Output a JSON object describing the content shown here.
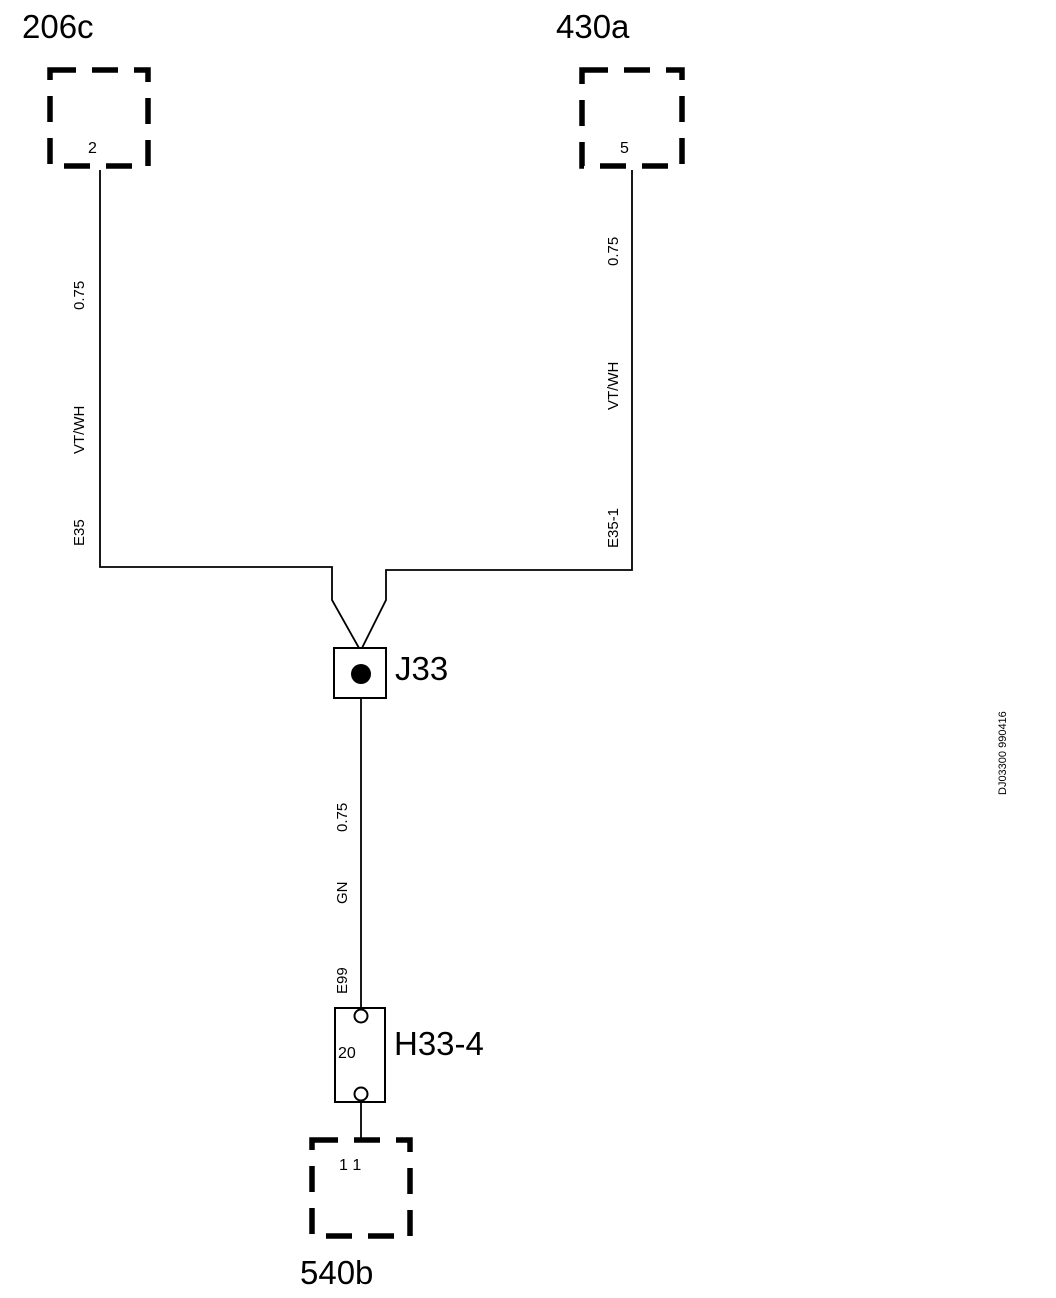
{
  "connectors": {
    "c206c": {
      "name": "206c",
      "pin": "2"
    },
    "c430a": {
      "name": "430a",
      "pin": "5"
    },
    "c540b": {
      "name": "540b",
      "pin": "1 1"
    }
  },
  "junction": {
    "name": "J33"
  },
  "splice": {
    "name": "H33-4",
    "pin": "20"
  },
  "wires": {
    "left": {
      "size": "0.75",
      "color": "VT/WH",
      "id": "E35"
    },
    "right": {
      "size": "0.75",
      "color": "VT/WH",
      "id": "E35-1"
    },
    "bottom": {
      "size": "0.75",
      "color": "GN",
      "id": "E99"
    }
  },
  "doc_id": "DJ03300 990416"
}
